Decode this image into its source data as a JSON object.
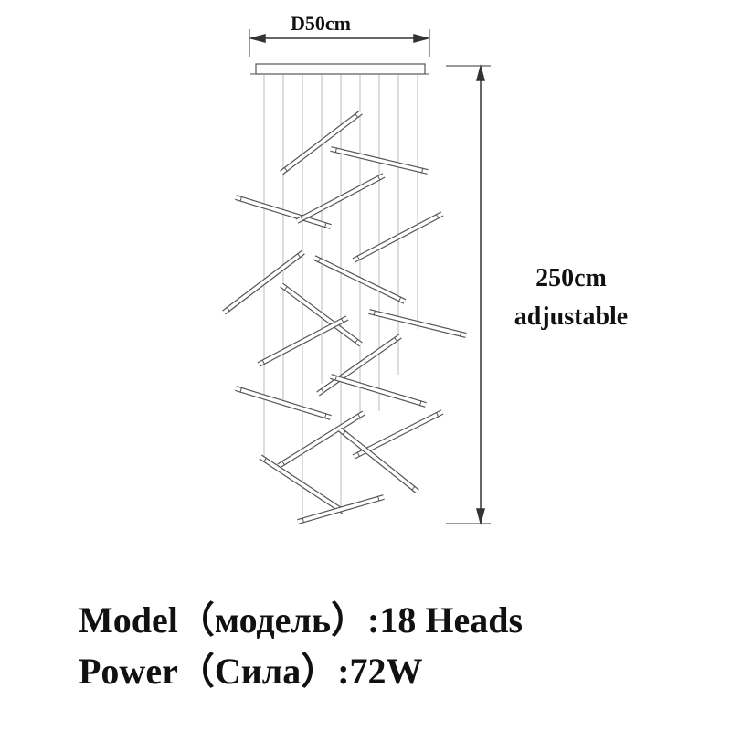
{
  "diagram": {
    "width_label": "D50cm",
    "height_label_line1": "250cm",
    "height_label_line2": "adjustable",
    "tube_count": 18
  },
  "specs": {
    "model": "Model（модель）:18 Heads",
    "power": "Power（Сила）:72W"
  },
  "colors": {
    "line": "#555555",
    "text": "#111111"
  }
}
